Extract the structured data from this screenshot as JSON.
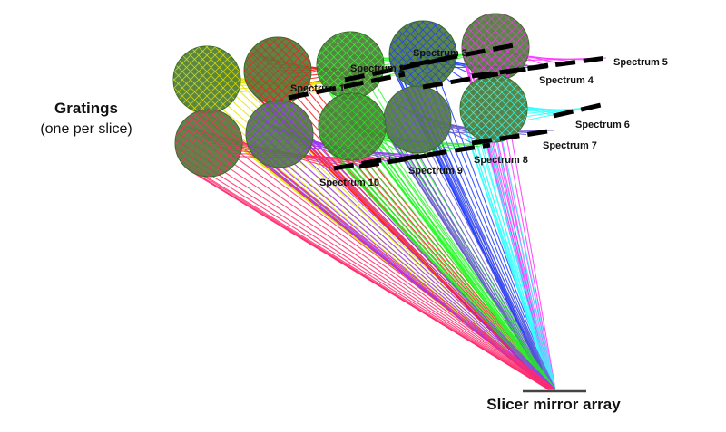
{
  "labels": {
    "gratings_title": "Gratings",
    "gratings_subtitle": "(one per slice)",
    "slicer": "Slicer mirror array"
  },
  "colors": {
    "grating_fill": "#4f7d3a",
    "grating_edge": "#3b6a2c",
    "detector": "#000000",
    "mirror": "#444444"
  },
  "slices": [
    {
      "id": 1,
      "spectrum_label": "Spectrum 1",
      "color": "#e6e600"
    },
    {
      "id": 2,
      "spectrum_label": "Spectrum 2",
      "color": "#ff1a1a"
    },
    {
      "id": 3,
      "spectrum_label": "Spectrum 3",
      "color": "#33ff33"
    },
    {
      "id": 4,
      "spectrum_label": "Spectrum 4",
      "color": "#1a3cff"
    },
    {
      "id": 5,
      "spectrum_label": "Spectrum 5",
      "color": "#ff33ff"
    },
    {
      "id": 6,
      "spectrum_label": "Spectrum 6",
      "color": "#33ffff"
    },
    {
      "id": 7,
      "spectrum_label": "Spectrum 7",
      "color": "#6a5acd"
    },
    {
      "id": 8,
      "spectrum_label": "Spectrum 8",
      "color": "#22ee22"
    },
    {
      "id": 9,
      "spectrum_label": "Spectrum 9",
      "color": "#9933ff"
    },
    {
      "id": 10,
      "spectrum_label": "Spectrum 10",
      "color": "#ff2a6d"
    }
  ]
}
